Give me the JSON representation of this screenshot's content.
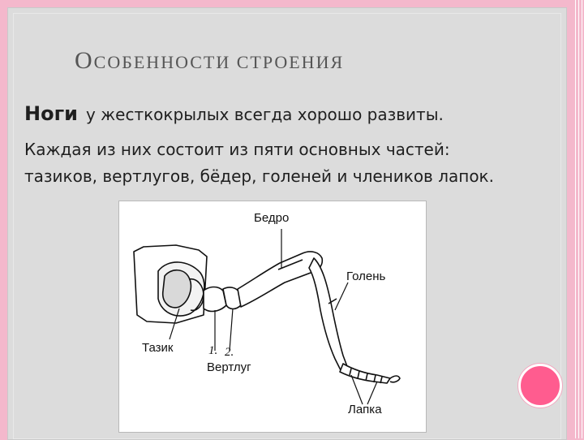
{
  "title": {
    "initial": "О",
    "rest": "СОБЕННОСТИ СТРОЕНИЯ"
  },
  "text": {
    "lead_word": "Ноги",
    "line1_rest": "у жесткокрылых всегда хорошо развиты.",
    "line2": "Каждая из них состоит из пяти основных частей:",
    "line3": "тазиков, вертлугов, бёдер, голеней и члеников лапок."
  },
  "figure": {
    "labels": {
      "femur": "Бедро",
      "tibia": "Голень",
      "coxa": "Тазик",
      "trochanter": "Вертлуг",
      "tarsus": "Лапка",
      "num1": "1.",
      "num2": "2."
    }
  },
  "colors": {
    "frame": "#f4b8cc",
    "slide": "#dcdcdc",
    "accent_dot": "#ff5c8f",
    "title": "#555555"
  }
}
